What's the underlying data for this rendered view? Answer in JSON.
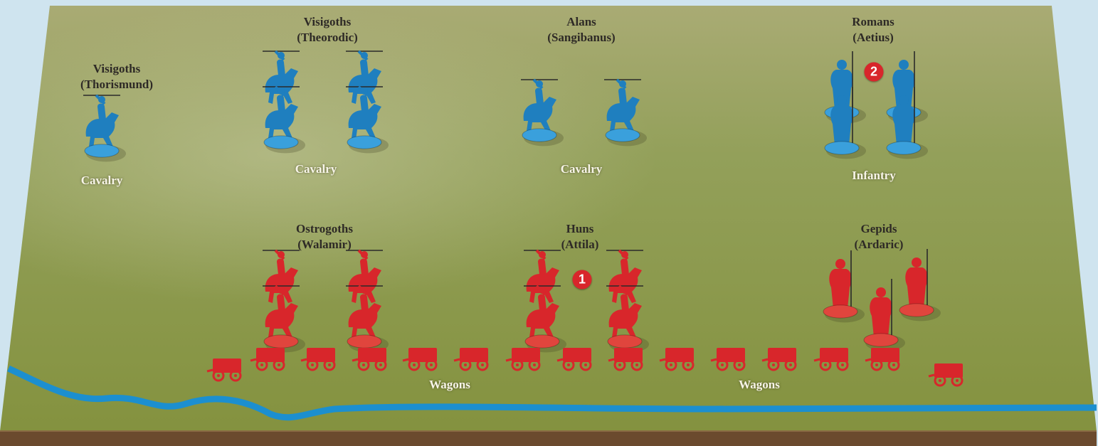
{
  "colors": {
    "allied": "#1f7fbf",
    "allied_base": "#3aa0dc",
    "hunnic": "#d8262b",
    "hunnic_base": "#e0453d",
    "ground": "#8e9a4c",
    "river": "#1c8fcf",
    "cliff": "#6b4a2e"
  },
  "allied_army": [
    {
      "name": "Visigoths",
      "leader": "(Thorismund)",
      "unit_type": "Cavalry",
      "icon": "cavalry-icon"
    },
    {
      "name": "Visigoths",
      "leader": "(Theorodic)",
      "unit_type": "Cavalry",
      "icon": "cavalry-icon"
    },
    {
      "name": "Alans",
      "leader": "(Sangibanus)",
      "unit_type": "Cavalry",
      "icon": "cavalry-icon"
    },
    {
      "name": "Romans",
      "leader": "(Aetius)",
      "unit_type": "Infantry",
      "icon": "infantry-icon"
    }
  ],
  "hunnic_army": [
    {
      "name": "Ostrogoths",
      "leader": "(Walamir)",
      "icon": "cavalry-icon"
    },
    {
      "name": "Huns",
      "leader": "(Attila)",
      "icon": "cavalry-icon"
    },
    {
      "name": "Gepids",
      "leader": "(Ardaric)",
      "icon": "infantry-icon"
    }
  ],
  "wagons": {
    "label_left": "Wagons",
    "label_right": "Wagons",
    "icon": "wagon-icon"
  },
  "markers": [
    "1",
    "2"
  ]
}
